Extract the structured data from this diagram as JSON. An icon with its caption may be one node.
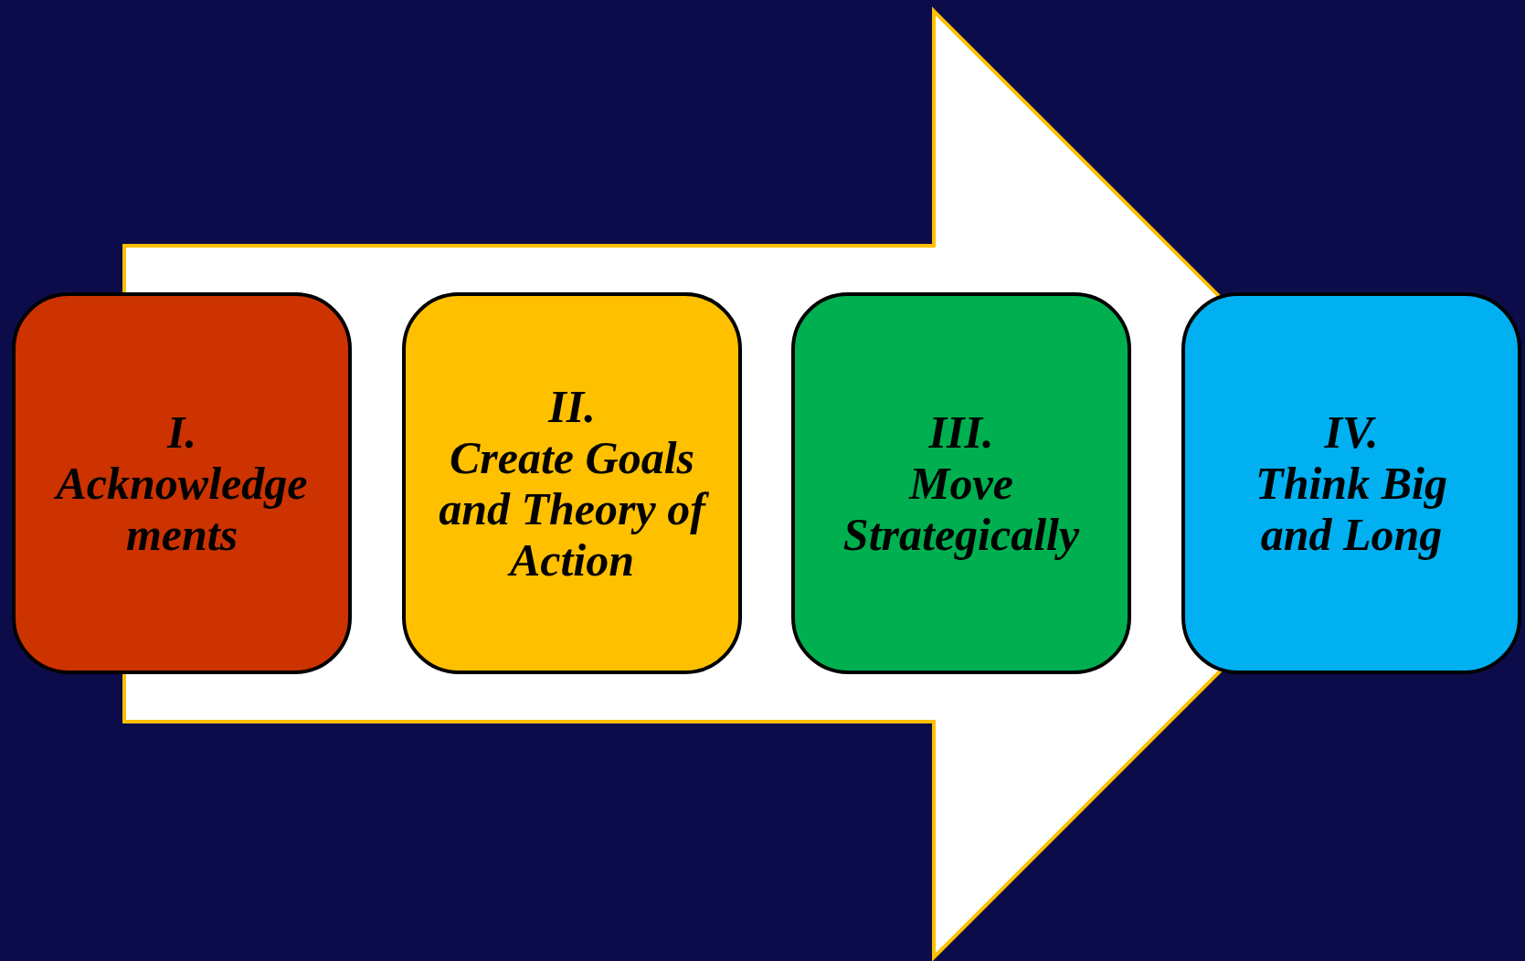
{
  "diagram": {
    "nodes": [
      {
        "text": [
          "I.",
          "Acknowledgements"
        ]
      },
      {
        "text": [
          "II.",
          "Create Goals and Theory of Action"
        ]
      },
      {
        "text": [
          "III.",
          "Move Strategically"
        ]
      },
      {
        "text": [
          "IV.",
          "Think Big and Long"
        ]
      }
    ],
    "edges": [
      {
        "from": 0,
        "to": 3,
        "arrow": "to",
        "style": "thick",
        "color": "#ffffff"
      }
    ]
  }
}
